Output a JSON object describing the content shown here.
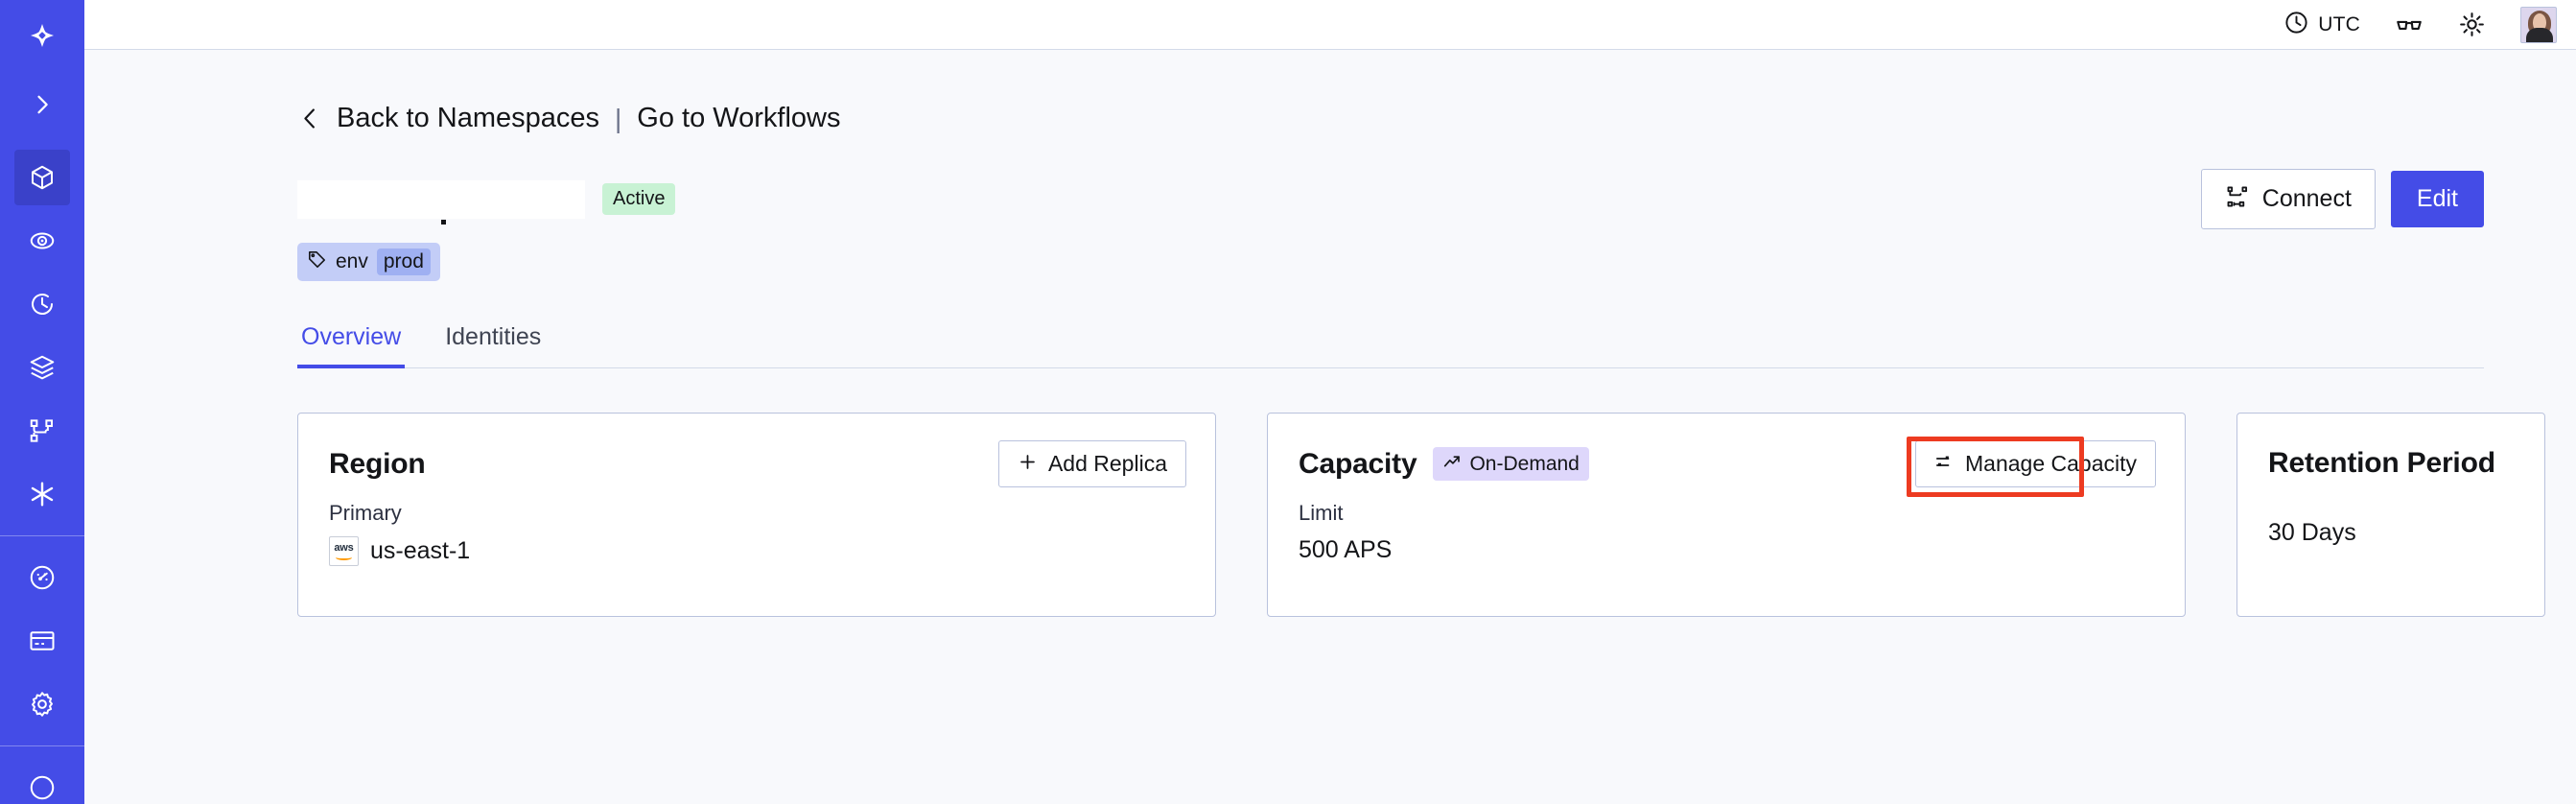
{
  "sidebar": {
    "brand_icon": "temporal-logo-icon",
    "items": [
      {
        "icon": "chevron-right-icon",
        "name": "expand-sidebar",
        "active": false
      },
      {
        "icon": "cube-icon",
        "name": "namespaces",
        "active": true
      },
      {
        "icon": "eye-icon",
        "name": "observability",
        "active": false
      },
      {
        "icon": "timer-icon",
        "name": "schedules",
        "active": false
      },
      {
        "icon": "layers-icon",
        "name": "batch-operations",
        "active": false
      },
      {
        "icon": "workflow-graph-icon",
        "name": "workflows",
        "active": false
      },
      {
        "icon": "asterisk-icon",
        "name": "nexus",
        "active": false
      },
      {
        "icon": "gauge-icon",
        "name": "usage",
        "active": false
      },
      {
        "icon": "credit-card-icon",
        "name": "billing",
        "active": false
      },
      {
        "icon": "gear-icon",
        "name": "settings",
        "active": false
      }
    ]
  },
  "topbar": {
    "timezone_label": "UTC",
    "timezone_icon": "clock-icon",
    "glasses_icon": "glasses-icon",
    "theme_icon": "sun-icon",
    "avatar_icon": "user-avatar"
  },
  "breadcrumb": {
    "back_icon": "chevron-left-icon",
    "back_label": "Back to Namespaces",
    "separator": "|",
    "forward_label": "Go to Workflows"
  },
  "header": {
    "namespace_title": "",
    "status_badge": "Active",
    "connect_label": "Connect",
    "connect_icon": "connect-flow-icon",
    "edit_label": "Edit"
  },
  "tags": [
    {
      "icon": "tag-icon",
      "key": "env",
      "value": "prod"
    }
  ],
  "tabs": [
    {
      "label": "Overview",
      "active": true
    },
    {
      "label": "Identities",
      "active": false
    }
  ],
  "cards": {
    "region": {
      "title": "Region",
      "action_label": "Add Replica",
      "action_icon": "plus-icon",
      "sub_label": "Primary",
      "provider_icon": "aws-logo",
      "provider_text": "aws",
      "value": "us-east-1"
    },
    "capacity": {
      "title": "Capacity",
      "badge_label": "On-Demand",
      "badge_icon": "trending-up-icon",
      "action_label": "Manage Capacity",
      "action_icon": "sliders-icon",
      "sub_label": "Limit",
      "value": "500 APS",
      "highlighted": true
    },
    "retention": {
      "title": "Retention Period",
      "value": "30 Days"
    }
  },
  "colors": {
    "brand_indigo": "#444ce7",
    "sidebar_active": "#3a41c9",
    "page_bg": "#f8f9fc",
    "card_border": "#b9c2dd",
    "badge_active_bg": "#c8f2d4",
    "badge_ondemand_bg": "#ded7fb",
    "tag_bg": "#c3cdf7",
    "tag_value_bg": "#9fb0f2",
    "annotation_red": "#ed3b21"
  }
}
